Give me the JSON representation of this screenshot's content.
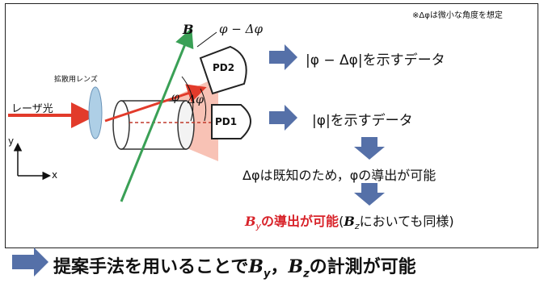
{
  "note": "※Δφは微小な角度を想定",
  "labels": {
    "b_vector": "B",
    "phi_minus_dphi": "φ − Δφ",
    "lens": "拡散用レンズ",
    "laser": "レーザ光",
    "pd1": "PD1",
    "pd2": "PD2",
    "angle_phi": "φ",
    "angle_dphi": "Δφ",
    "axis_y": "y",
    "axis_x": "x"
  },
  "outputs": {
    "pd2_text": "|φ − Δφ|を示すデータ",
    "pd1_text": "|φ|を示すデータ"
  },
  "flow": {
    "step1": "Δφは既知のため，φの導出が可能",
    "step2_red": "B",
    "step2_red_sub": "y",
    "step2_red_rest": "の導出が可能",
    "step2_paren_open": "(",
    "step2_bz": "B",
    "step2_bz_sub": "z",
    "step2_paren_rest": "においても同様)"
  },
  "conclusion": {
    "part1": "提案手法を用いることで",
    "by": "B",
    "by_sub": "y",
    "sep": "，",
    "bz": "B",
    "bz_sub": "z",
    "part2": "の計測が可能"
  },
  "colors": {
    "arrow_blue": "#5570a8",
    "laser_red": "#e23b2b",
    "field_green": "#3aa056",
    "fan_pink": "#f7b7a8",
    "lens_blue": "#aecfe6",
    "text_red": "#d8232a"
  }
}
